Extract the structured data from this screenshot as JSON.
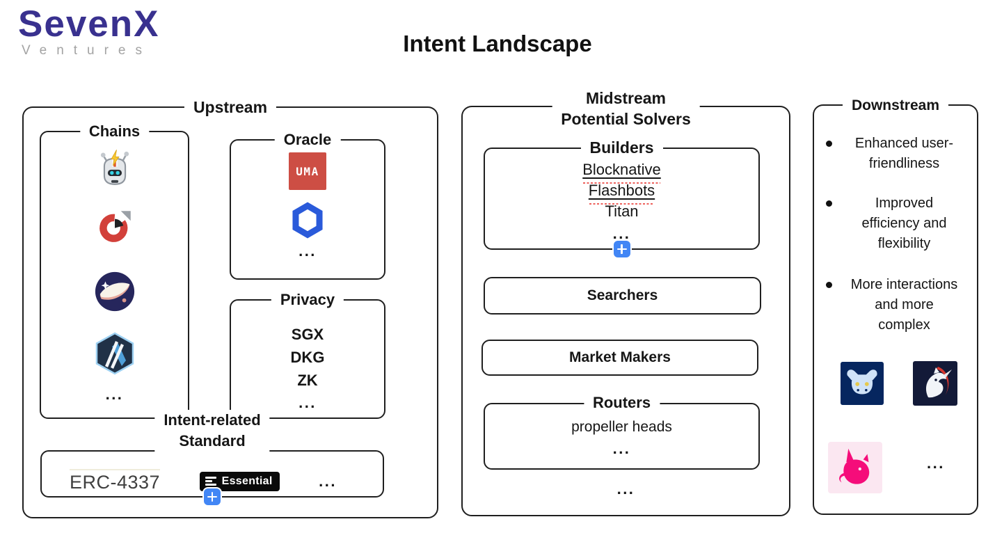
{
  "brand": {
    "name": "SevenX",
    "sub": "Ventures"
  },
  "title": "Intent Landscape",
  "upstream": {
    "label": "Upstream",
    "chains": {
      "label": "Chains",
      "icons": [
        "robot-icon",
        "donut-chart-chain-icon",
        "comet-chain-icon",
        "arbitrum-icon"
      ],
      "more": "..."
    },
    "oracle": {
      "label": "Oracle",
      "uma_text": "UMA",
      "icons": [
        "uma-logo",
        "chainlink-icon"
      ],
      "more": "..."
    },
    "privacy": {
      "label": "Privacy",
      "items": [
        "SGX",
        "DKG",
        "ZK"
      ],
      "more": "..."
    },
    "standard": {
      "label_line1": "Intent-related",
      "label_line2": "Standard",
      "erc": "ERC-4337",
      "essential_label": "Essential",
      "more": "..."
    }
  },
  "midstream": {
    "label_line1": "Midstream",
    "label_line2": "Potential Solvers",
    "builders": {
      "label": "Builders",
      "items": [
        "Blocknative",
        "Flashbots",
        "Titan"
      ],
      "more": "..."
    },
    "searchers_label": "Searchers",
    "market_makers_label": "Market Makers",
    "routers": {
      "label": "Routers",
      "item": "propeller heads",
      "more": "..."
    },
    "more": "..."
  },
  "downstream": {
    "label": "Downstream",
    "bullets": [
      "Enhanced user-\nfriendliness",
      "Improved\nefficiency and\nflexibility",
      "More interactions\nand more\ncomplex"
    ],
    "icons": [
      "cowswap-icon",
      "oneinch-icon",
      "uniswap-icon"
    ],
    "more": "..."
  },
  "colors": {
    "brand_indigo": "#39318f",
    "plus_blue": "#4286f5",
    "uma_red": "#cd4e44",
    "chainlink_blue": "#2a5ada",
    "cow_navy": "#06265f",
    "uniswap_pink": "#f50d7a"
  }
}
